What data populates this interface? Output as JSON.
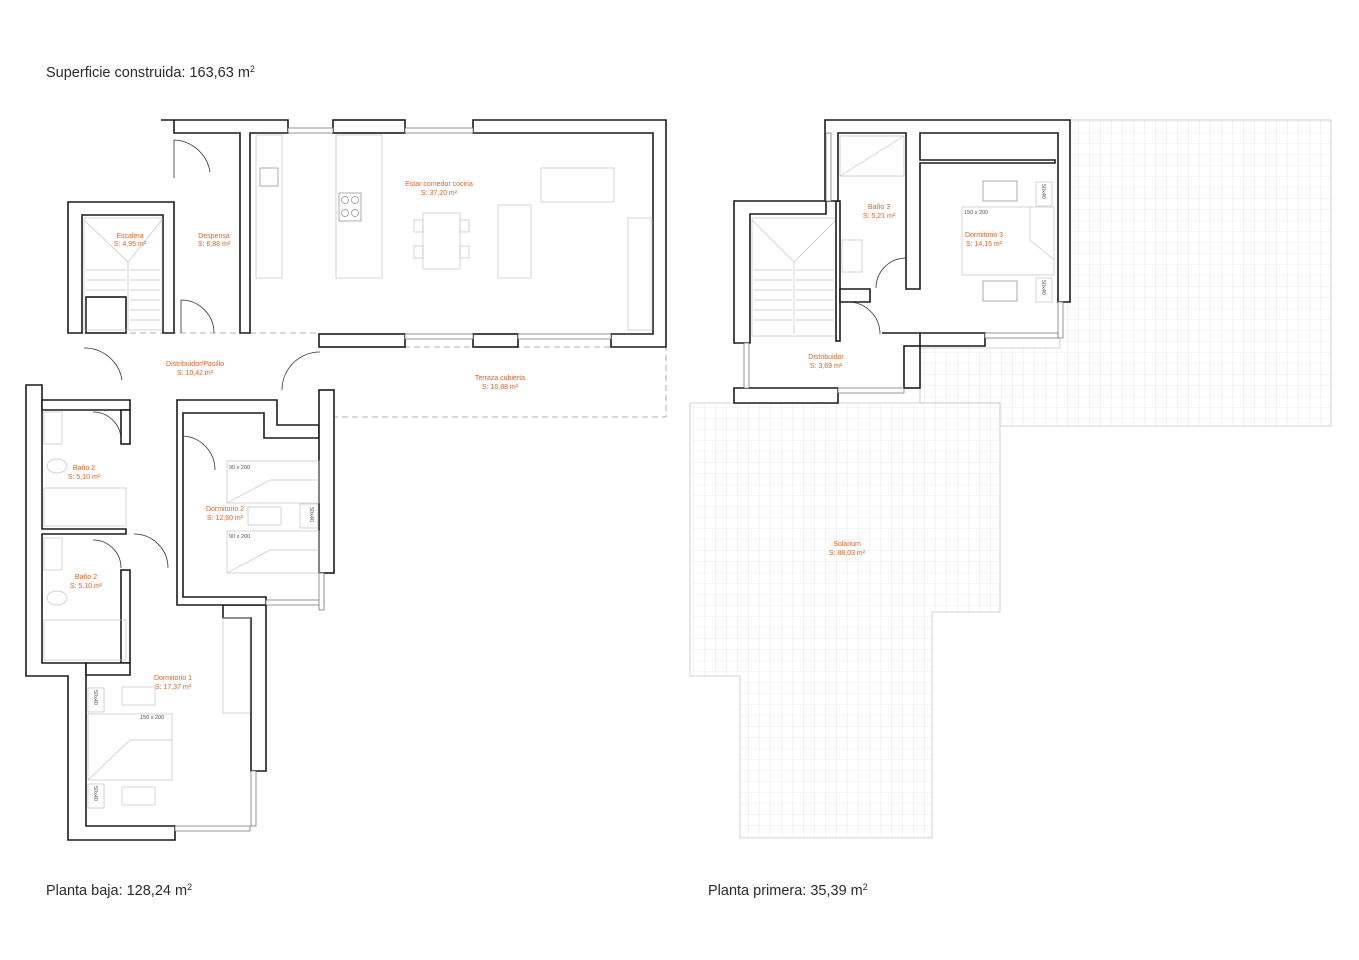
{
  "captions": {
    "total_label": "Superficie construida: 163,63 m",
    "ground_label": "Planta baja: 128,24 m",
    "first_label": "Planta primera: 35,39 m",
    "sup": "2"
  },
  "ground_rooms": [
    {
      "name": "Estar comedor cocina",
      "area": "S: 37,20 m²"
    },
    {
      "name": "Escalera",
      "area": "S: 4,95 m²"
    },
    {
      "name": "Despensa",
      "area": "S: 6,88 m²"
    },
    {
      "name": "Distribuidor/Pasillo",
      "area": "S: 10,42 m²"
    },
    {
      "name": "Terraza cubierta",
      "area": "S: 10,88 m²"
    },
    {
      "name": "Baño 2",
      "area": "S: 5,10 m²"
    },
    {
      "name": "Dormitorio 2",
      "area": "S: 12,60 m²"
    },
    {
      "name": "Baño 2",
      "area": "S: 5,10 m²"
    },
    {
      "name": "Dormitorio 1",
      "area": "S: 17,37 m²"
    }
  ],
  "first_rooms": [
    {
      "name": "Baño 3",
      "area": "S: 5,21 m²"
    },
    {
      "name": "Dormitorio 3",
      "area": "S: 14,15 m²"
    },
    {
      "name": "Distribuidor",
      "area": "S: 3,69 m²"
    },
    {
      "name": "Solarium",
      "area": "S: 88,03 m²"
    }
  ],
  "furniture_labels": {
    "bed_single_a": "90 x 200",
    "bed_single_b": "90 x 200",
    "bed_double_1": "150 x 200",
    "bed_double_3": "150 x 200",
    "nightstand": "50x40"
  },
  "colors": {
    "room_label": "#e0621f",
    "wall": "#1c1c1c",
    "caption": "#2b2b2b"
  }
}
